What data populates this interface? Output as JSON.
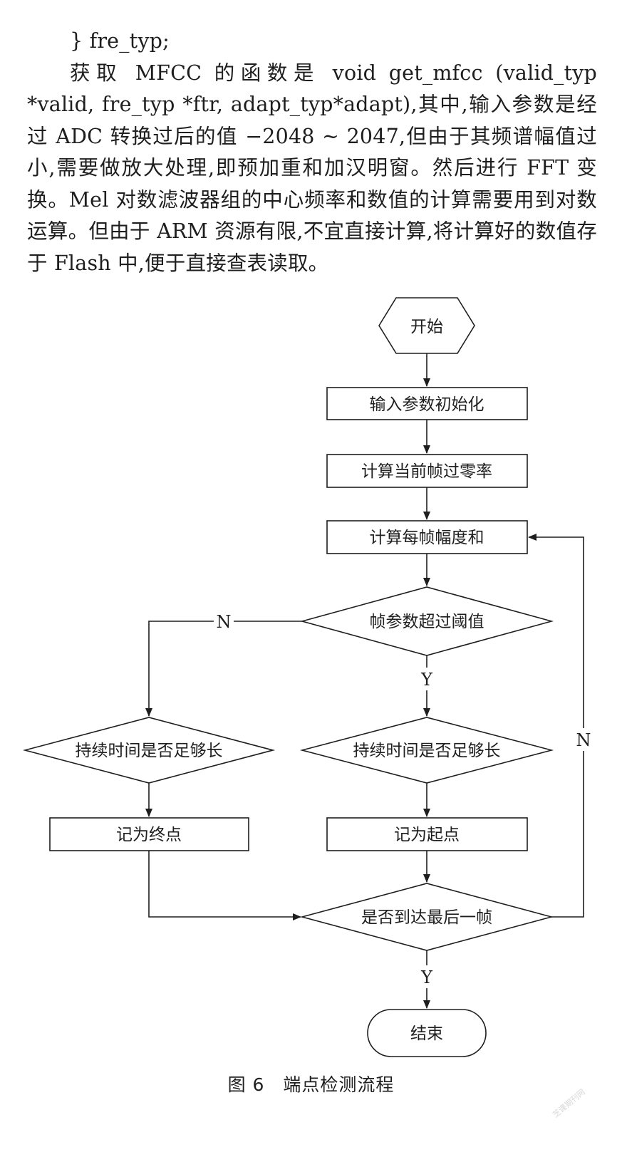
{
  "text": {
    "line0": "} fre_typ;",
    "para": "获取 MFCC 的函数是 void get_mfcc (valid_typ *valid, fre_typ *ftr,  adapt_typ*adapt),其中,输入参数是经过 ADC 转换过后的值 −2048 ~ 2047,但由于其频谱幅值过小,需要做放大处理,即预加重和加汉明窗。然后进行 FFT 变换。Mel 对数滤波器组的中心频率和数值的计算需要用到对数运算。但由于 ARM 资源有限,不宜直接计算,将计算好的数值存于 Flash 中,便于直接查表读取。"
  },
  "flowchart": {
    "start": "开始",
    "init": "输入参数初始化",
    "zcr": "计算当前帧过零率",
    "amp": "计算每帧幅度和",
    "threshold": "帧参数超过阈值",
    "duration_left": "持续时间是否足够长",
    "duration_right": "持续时间是否足够长",
    "mark_end": "记为终点",
    "mark_start": "记为起点",
    "last_frame": "是否到达最后一帧",
    "end": "结束",
    "label_n_threshold": "N",
    "label_y_threshold": "Y",
    "label_n_loop": "N",
    "label_y_last": "Y"
  },
  "caption": {
    "number": "图 6",
    "title": "端点检测流程"
  },
  "watermark": "芝课期刊网"
}
